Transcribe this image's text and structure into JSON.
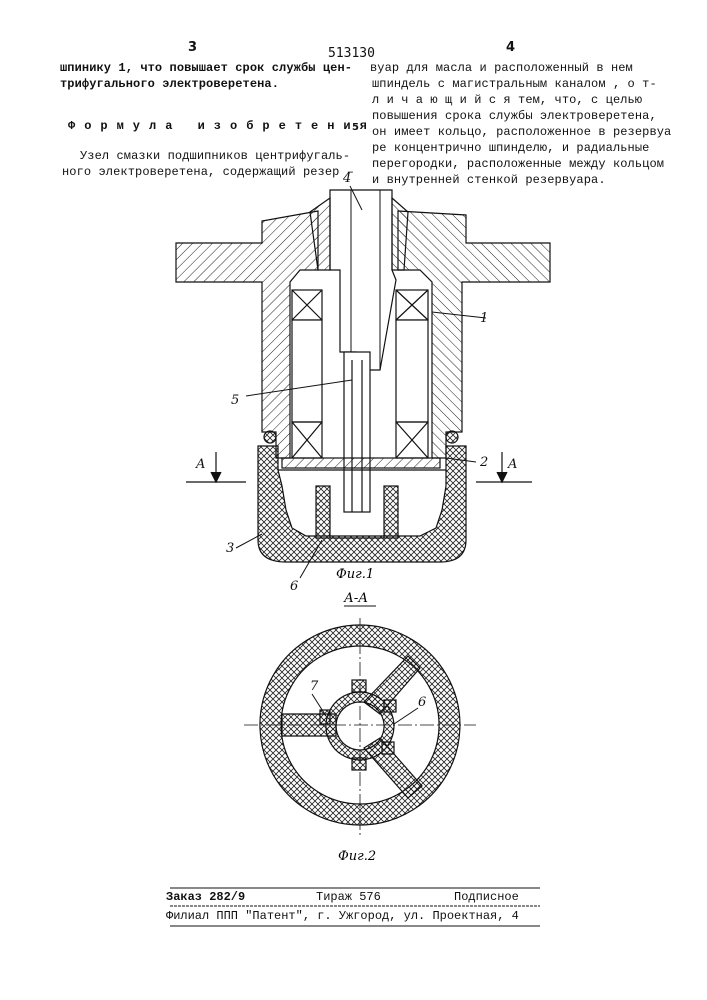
{
  "header": {
    "page_left": "3",
    "patent_number": "513130",
    "page_right": "4"
  },
  "left_column": {
    "line1": "шпинику 1, что повышает срок службы цен-",
    "line2": "трифугального электроверетена.",
    "heading": "Формула изобретения",
    "margin_marker": "5",
    "claim_line1": "Узел смазки подшипников центрифугаль-",
    "claim_line2": "ного электроверетена, содержащий резер –"
  },
  "right_column": {
    "line1": "вуар для масла и расположенный в нем",
    "line2": "шпиндель с магистральным каналом , о т-",
    "line3": "л и ч а ю щ и й с я  тем, что, с целью",
    "line4": "повышения срока службы электроверетена,",
    "line5": "он имеет кольцо, расположенное в резервуа",
    "line6": "ре концентрично шпинделю, и радиальные",
    "line7": "перегородки, расположенные между кольцом",
    "line8": "и внутренней стенкой резервуара."
  },
  "figure1": {
    "caption": "Фиг.1",
    "labels": {
      "l1": "1",
      "l2": "2",
      "l3": "3",
      "l4": "4",
      "l5": "5",
      "l6": "6",
      "secA_left": "A",
      "secA_right": "A"
    }
  },
  "figure2": {
    "section_title": "А-А",
    "caption": "Фиг.2",
    "labels": {
      "l6": "6",
      "l7": "7"
    }
  },
  "footer": {
    "order": "Заказ 282/9",
    "circulation": "Тираж 576",
    "subscription": "Подписное",
    "publisher": "Филиал ППП \"Патент\", г. Ужгород, ул. Проектная, 4"
  }
}
